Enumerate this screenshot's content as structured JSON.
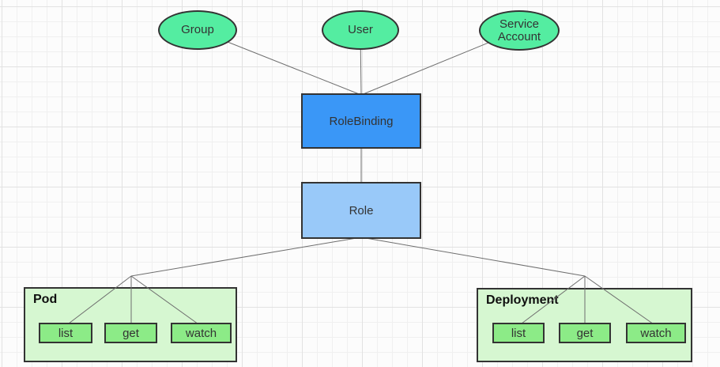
{
  "colors": {
    "canvas-bg": "#FCFCFC",
    "grid-minor": "#F0F0F0",
    "grid-major": "#E2E2E2",
    "shape-border": "#333333",
    "edge": "#6E6E6E",
    "subject-fill": "#54EDA1",
    "rolebinding-fill": "#3A97F7",
    "role-fill": "#99C9F9",
    "container-fill": "#D6F7D1",
    "verb-fill": "#8CEB87",
    "text": "#333333",
    "title-text": "#0F0F0F"
  },
  "nodes": {
    "group": {
      "label": "Group"
    },
    "user": {
      "label": "User"
    },
    "service_account": {
      "label": "Service Account"
    },
    "role_binding": {
      "label": "RoleBinding"
    },
    "role": {
      "label": "Role"
    }
  },
  "resources": [
    {
      "label": "Pod",
      "verbs": [
        "list",
        "get",
        "watch"
      ]
    },
    {
      "label": "Deployment",
      "verbs": [
        "list",
        "get",
        "watch"
      ]
    }
  ],
  "edges": [
    {
      "from": "Group",
      "to": "RoleBinding"
    },
    {
      "from": "User",
      "to": "RoleBinding"
    },
    {
      "from": "Service Account",
      "to": "RoleBinding"
    },
    {
      "from": "RoleBinding",
      "to": "Role"
    },
    {
      "from": "Role",
      "to": "Pod: list"
    },
    {
      "from": "Role",
      "to": "Pod: get"
    },
    {
      "from": "Role",
      "to": "Pod: watch"
    },
    {
      "from": "Role",
      "to": "Deployment: list"
    },
    {
      "from": "Role",
      "to": "Deployment: get"
    },
    {
      "from": "Role",
      "to": "Deployment: watch"
    }
  ]
}
